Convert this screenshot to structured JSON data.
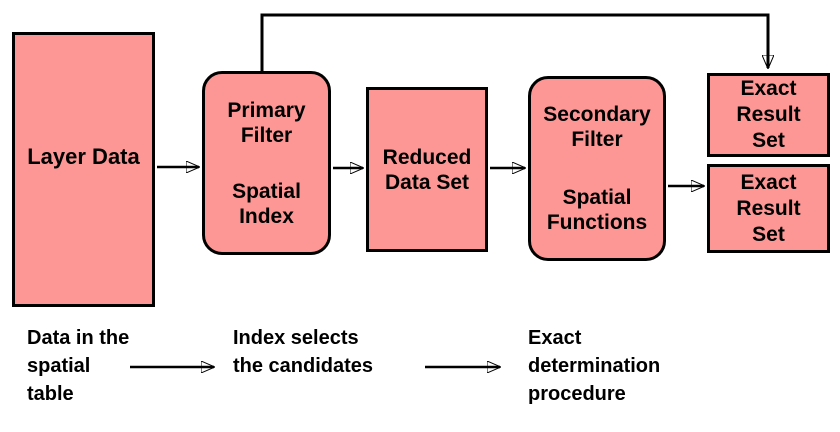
{
  "diagram": {
    "colors": {
      "box_fill": "#FC9795",
      "box_border": "#000000",
      "arrow": "#000000",
      "background": "#FFFFFF",
      "text": "#000000"
    },
    "boxes": {
      "layer_data": {
        "label": "Layer Data"
      },
      "primary_filter": {
        "title": "Primary\nFilter",
        "subtitle": "Spatial\nIndex"
      },
      "reduced_data_set": {
        "label": "Reduced\nData Set"
      },
      "secondary_filter": {
        "title": "Secondary\nFilter",
        "subtitle": "Spatial\nFunctions"
      },
      "exact_result_top": {
        "label": "Exact\nResult\nSet"
      },
      "exact_result_bottom": {
        "label": "Exact\nResult\nSet"
      }
    },
    "captions": {
      "step1": "Data in the\nspatial\ntable",
      "step2": "Index selects\nthe candidates",
      "step3": "Exact\ndetermination\nprocedure"
    }
  }
}
